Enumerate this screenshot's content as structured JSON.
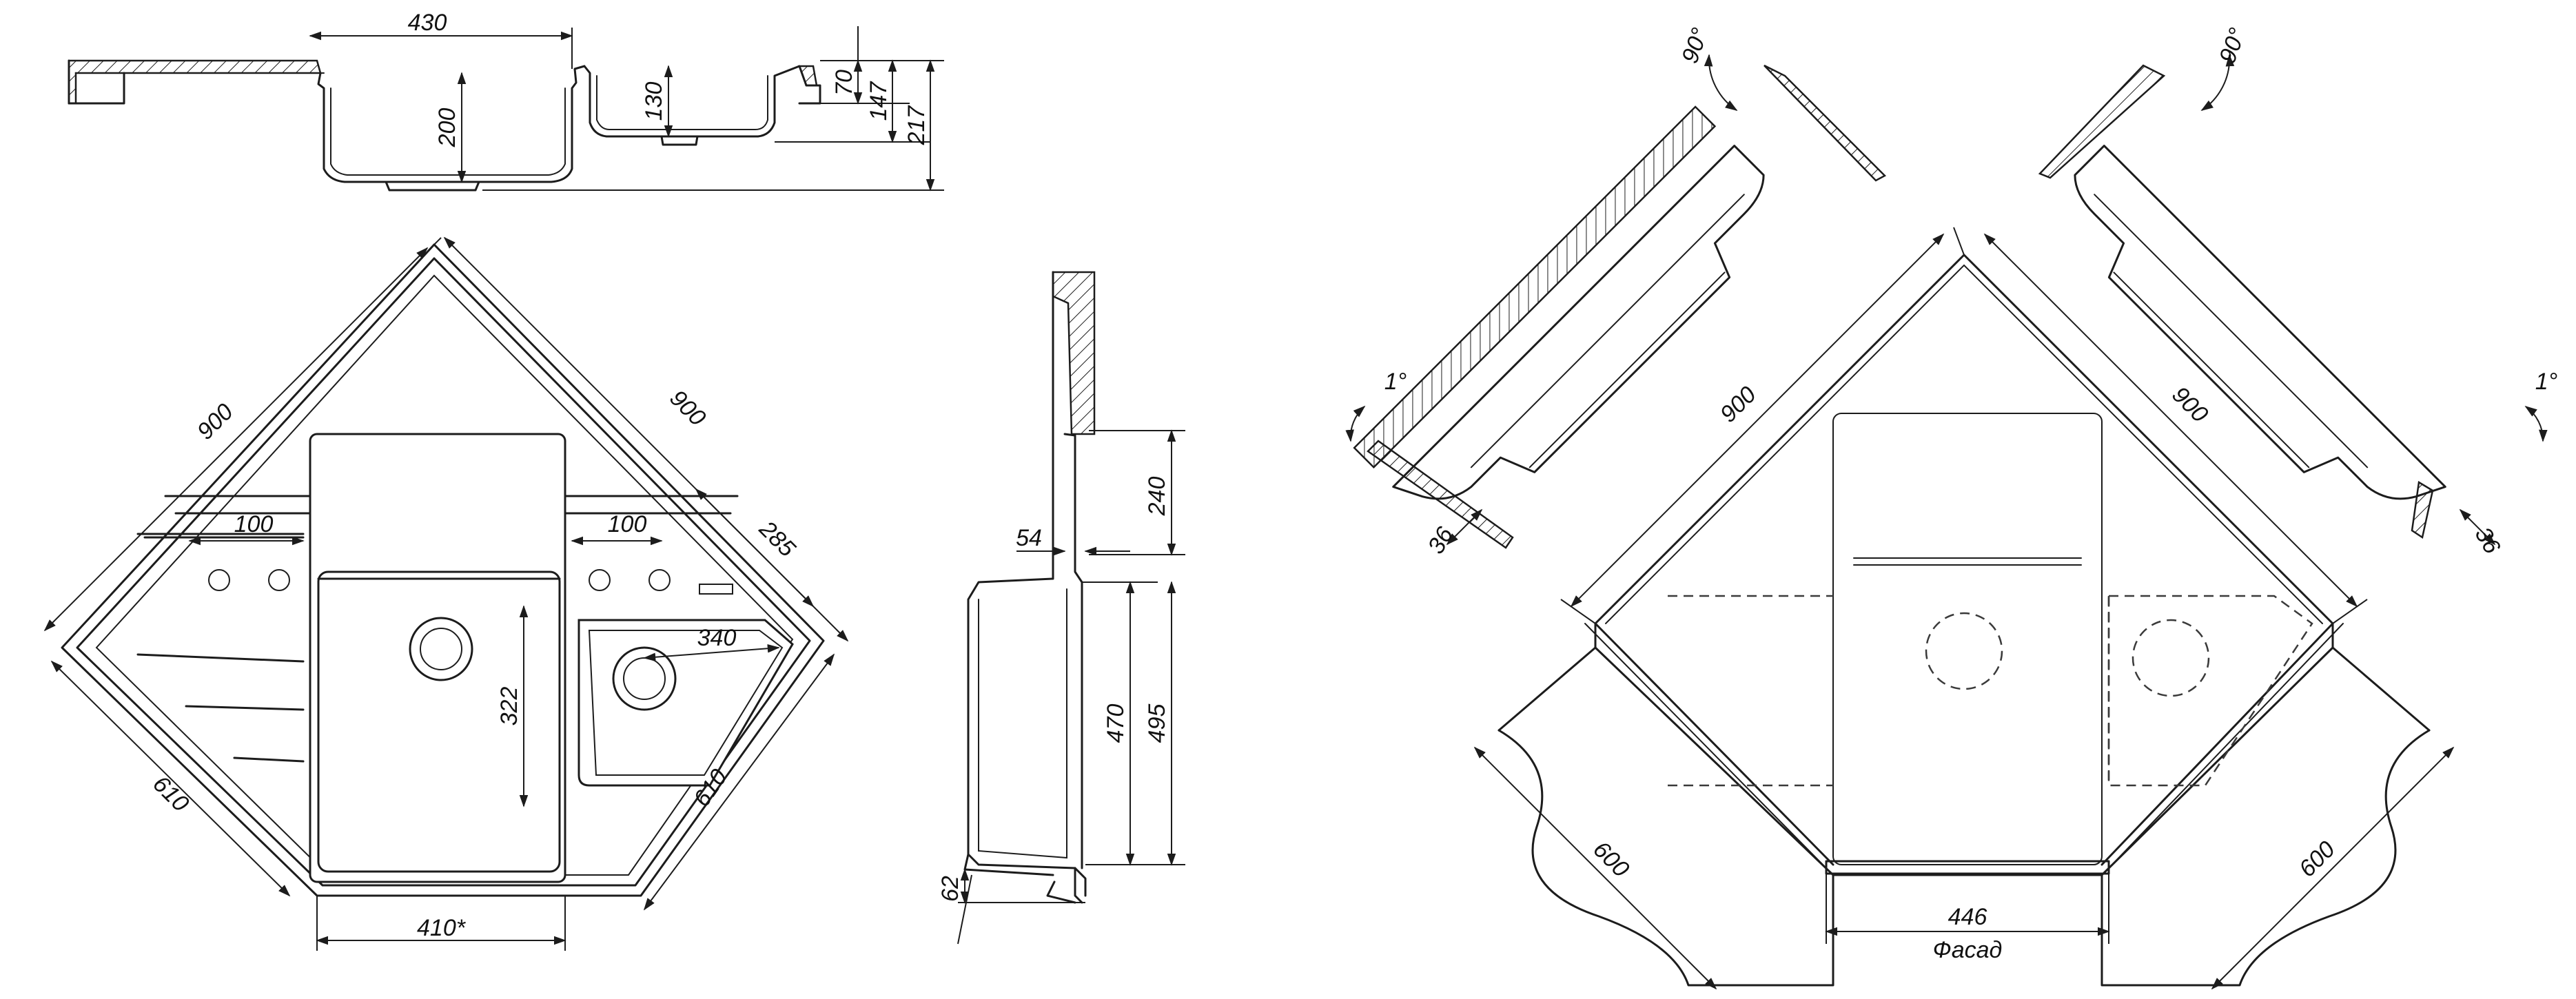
{
  "dimensions": {
    "top_view_width": "430",
    "top_depth_large": "200",
    "top_depth_small": "130",
    "top_70": "70",
    "top_147": "147",
    "top_217": "217",
    "plan_side_left": "900",
    "plan_side_right": "900",
    "plan_lower_left": "610",
    "plan_lower_right": "610",
    "plan_100_left": "100",
    "plan_100_right": "100",
    "plan_285": "285",
    "plan_340": "340",
    "plan_322": "322",
    "plan_front": "410*",
    "side_240": "240",
    "side_54": "54",
    "side_470": "470",
    "side_495": "495",
    "side_62": "62",
    "corner_angle_left": "90°",
    "corner_angle_right": "90°",
    "tilt_left": "1°",
    "tilt_right": "1°",
    "edge_left": "36",
    "edge_right": "36",
    "cab_side_left": "900",
    "cab_side_right": "900",
    "cab_depth_left": "600",
    "cab_depth_right": "600",
    "facade_width": "446",
    "facade_label": "Фасад"
  },
  "colors": {
    "line": "#1c1c1c",
    "background": "#ffffff"
  }
}
